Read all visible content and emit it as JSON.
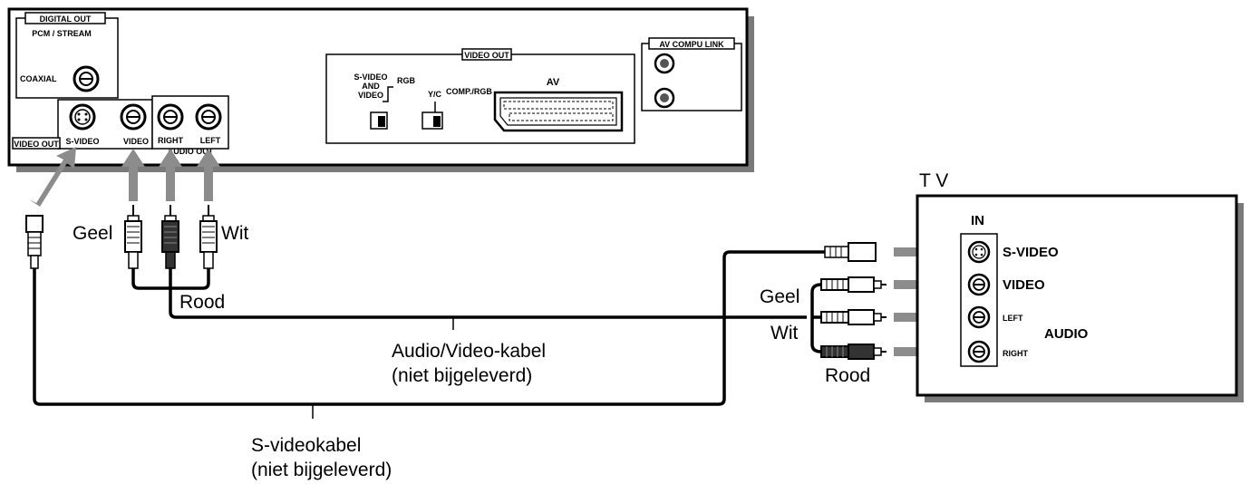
{
  "player": {
    "digital_out": "DIGITAL OUT",
    "pcm_stream": "PCM / STREAM",
    "coaxial": "COAXIAL",
    "video_out_tab": "VIDEO OUT",
    "s_video": "S-VIDEO",
    "video": "VIDEO",
    "right": "RIGHT",
    "left": "LEFT",
    "audio_out": "AUDIO OUT",
    "video_out_box": "VIDEO OUT",
    "sw_svideo_1": "S-VIDEO",
    "sw_svideo_2": "AND",
    "sw_svideo_3": "VIDEO",
    "sw_rgb": "RGB",
    "sw_yc": "Y/C",
    "sw_comp_rgb": "COMP./RGB",
    "av": "AV",
    "av_compu_link": "AV COMPU LINK"
  },
  "tv": {
    "title": "T V",
    "in": "IN",
    "s_video": "S-VIDEO",
    "video": "VIDEO",
    "left": "LEFT",
    "right": "RIGHT",
    "audio": "AUDIO"
  },
  "labels": {
    "geel_left": "Geel",
    "wit_left": "Wit",
    "rood_left": "Rood",
    "geel_right": "Geel",
    "wit_right": "Wit",
    "rood_right": "Rood",
    "av_cable_1": "Audio/Video-kabel",
    "av_cable_2": "(niet bijgeleverd)",
    "s_cable_1": "S-videokabel",
    "s_cable_2": "(niet bijgeleverd)"
  },
  "colors": {
    "arrow": "#8c8c8c",
    "shadow": "#7a7a7a",
    "line": "#000000"
  }
}
